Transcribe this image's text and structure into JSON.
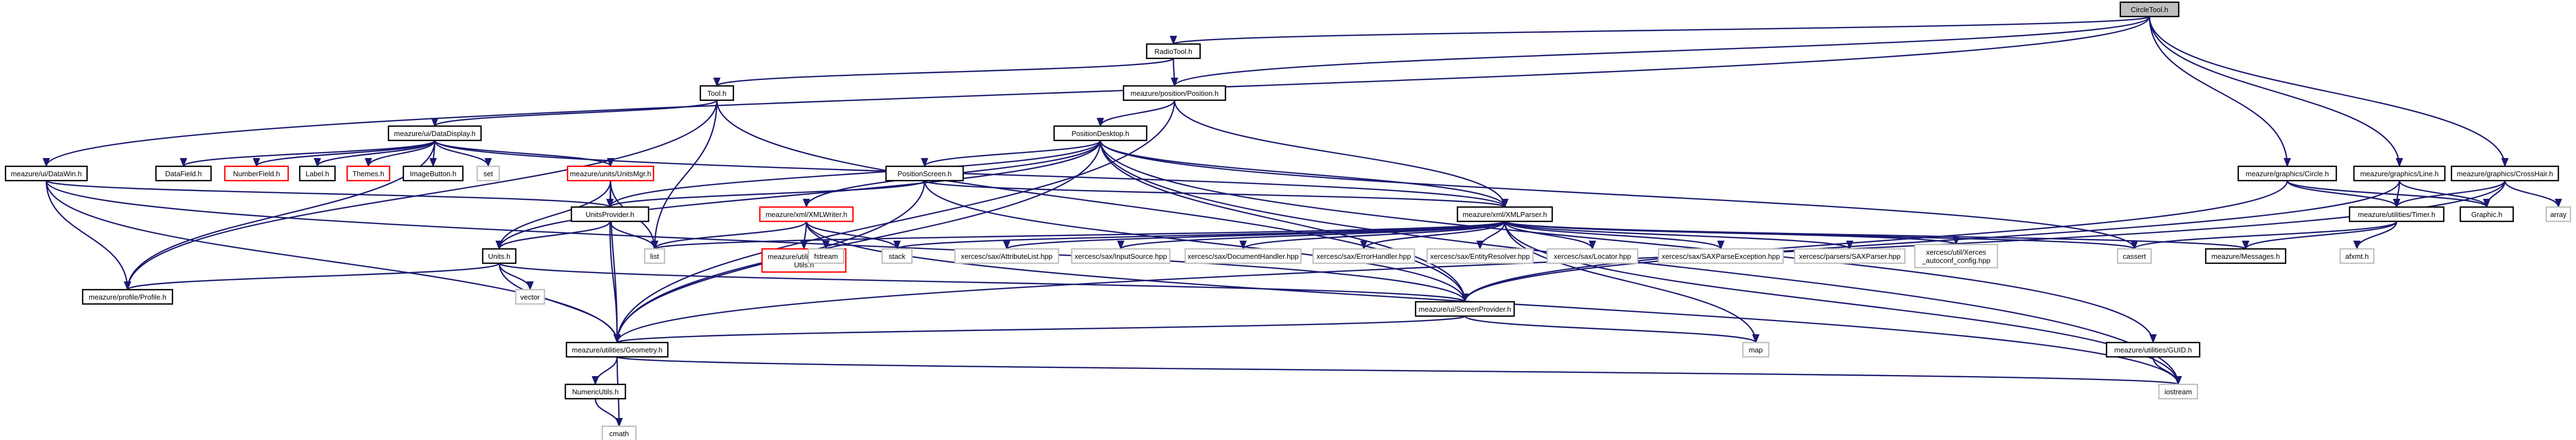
{
  "graph": {
    "nodes": [
      {
        "id": "circletool",
        "label": [
          "CircleTool.h"
        ],
        "kind": "root"
      },
      {
        "id": "radiotool",
        "label": [
          "RadioTool.h"
        ],
        "kind": "normal"
      },
      {
        "id": "tool",
        "label": [
          "Tool.h"
        ],
        "kind": "normal"
      },
      {
        "id": "position",
        "label": [
          "meazure/position/Position.h"
        ],
        "kind": "normal"
      },
      {
        "id": "datadisplay",
        "label": [
          "meazure/ui/DataDisplay.h"
        ],
        "kind": "normal"
      },
      {
        "id": "positiondesktop",
        "label": [
          "PositionDesktop.h"
        ],
        "kind": "normal"
      },
      {
        "id": "datawin",
        "label": [
          "meazure/ui/DataWin.h"
        ],
        "kind": "normal"
      },
      {
        "id": "datafield",
        "label": [
          "DataField.h"
        ],
        "kind": "normal"
      },
      {
        "id": "numberfield",
        "label": [
          "NumberField.h"
        ],
        "kind": "missing"
      },
      {
        "id": "label",
        "label": [
          "Label.h"
        ],
        "kind": "normal"
      },
      {
        "id": "themes",
        "label": [
          "Themes.h"
        ],
        "kind": "missing"
      },
      {
        "id": "imagebutton",
        "label": [
          "ImageButton.h"
        ],
        "kind": "normal"
      },
      {
        "id": "set",
        "label": [
          "set"
        ],
        "kind": "system"
      },
      {
        "id": "unitsmgr",
        "label": [
          "meazure/units/UnitsMgr.h"
        ],
        "kind": "missing"
      },
      {
        "id": "positionscreen",
        "label": [
          "PositionScreen.h"
        ],
        "kind": "normal"
      },
      {
        "id": "graphicscircle",
        "label": [
          "meazure/graphics/Circle.h"
        ],
        "kind": "normal"
      },
      {
        "id": "graphicsline",
        "label": [
          "meazure/graphics/Line.h"
        ],
        "kind": "normal"
      },
      {
        "id": "crosshair",
        "label": [
          "meazure/graphics/CrossHair.h"
        ],
        "kind": "normal"
      },
      {
        "id": "unitsprovider",
        "label": [
          "UnitsProvider.h"
        ],
        "kind": "normal"
      },
      {
        "id": "xmlwriter",
        "label": [
          "meazure/xml/XMLWriter.h"
        ],
        "kind": "missing"
      },
      {
        "id": "xmlparser",
        "label": [
          "meazure/xml/XMLParser.h"
        ],
        "kind": "normal"
      },
      {
        "id": "timer",
        "label": [
          "meazure/utilities/Timer.h"
        ],
        "kind": "normal"
      },
      {
        "id": "graphic",
        "label": [
          "Graphic.h"
        ],
        "kind": "normal"
      },
      {
        "id": "array",
        "label": [
          "array"
        ],
        "kind": "system"
      },
      {
        "id": "list",
        "label": [
          "list"
        ],
        "kind": "system"
      },
      {
        "id": "units",
        "label": [
          "Units.h"
        ],
        "kind": "normal"
      },
      {
        "id": "stringutils",
        "label": [
          "meazure/utilities/String",
          "Utils.h"
        ],
        "kind": "missing"
      },
      {
        "id": "fstream",
        "label": [
          "fstream"
        ],
        "kind": "system"
      },
      {
        "id": "stack",
        "label": [
          "stack"
        ],
        "kind": "system"
      },
      {
        "id": "attributelist",
        "label": [
          "xercesc/sax/AttributeList.hpp"
        ],
        "kind": "system"
      },
      {
        "id": "inputsource",
        "label": [
          "xercesc/sax/InputSource.hpp"
        ],
        "kind": "system"
      },
      {
        "id": "documenthandler",
        "label": [
          "xercesc/sax/DocumentHandler.hpp"
        ],
        "kind": "system"
      },
      {
        "id": "errorhandler",
        "label": [
          "xercesc/sax/ErrorHandler.hpp"
        ],
        "kind": "system"
      },
      {
        "id": "entityresolver",
        "label": [
          "xercesc/sax/EntityResolver.hpp"
        ],
        "kind": "system"
      },
      {
        "id": "locator",
        "label": [
          "xercesc/sax/Locator.hpp"
        ],
        "kind": "system"
      },
      {
        "id": "saxparseexception",
        "label": [
          "xercesc/sax/SAXParseException.hpp"
        ],
        "kind": "system"
      },
      {
        "id": "saxparser",
        "label": [
          "xercesc/parsers/SAXParser.hpp"
        ],
        "kind": "system"
      },
      {
        "id": "xercescconfig",
        "label": [
          "xercesc/util/Xerces",
          "_autoconf_config.hpp"
        ],
        "kind": "system"
      },
      {
        "id": "cassert",
        "label": [
          "cassert"
        ],
        "kind": "system"
      },
      {
        "id": "messages",
        "label": [
          "meazure/Messages.h"
        ],
        "kind": "normal"
      },
      {
        "id": "afxmt",
        "label": [
          "afxmt.h"
        ],
        "kind": "system"
      },
      {
        "id": "profile",
        "label": [
          "meazure/profile/Profile.h"
        ],
        "kind": "normal"
      },
      {
        "id": "vector",
        "label": [
          "vector"
        ],
        "kind": "system"
      },
      {
        "id": "screenprovider",
        "label": [
          "meazure/ui/ScreenProvider.h"
        ],
        "kind": "normal"
      },
      {
        "id": "geometry",
        "label": [
          "meazure/utilities/Geometry.h"
        ],
        "kind": "normal"
      },
      {
        "id": "map",
        "label": [
          "map"
        ],
        "kind": "system"
      },
      {
        "id": "guid",
        "label": [
          "meazure/utilities/GUID.h"
        ],
        "kind": "normal"
      },
      {
        "id": "numericutils",
        "label": [
          "NumericUtils.h"
        ],
        "kind": "normal"
      },
      {
        "id": "iostream",
        "label": [
          "iostream"
        ],
        "kind": "system"
      },
      {
        "id": "cmath",
        "label": [
          "cmath"
        ],
        "kind": "system"
      }
    ],
    "edges": [
      [
        "circletool",
        "radiotool"
      ],
      [
        "circletool",
        "position"
      ],
      [
        "circletool",
        "datawin"
      ],
      [
        "circletool",
        "graphicscircle"
      ],
      [
        "circletool",
        "graphicsline"
      ],
      [
        "circletool",
        "crosshair"
      ],
      [
        "radiotool",
        "tool"
      ],
      [
        "radiotool",
        "position"
      ],
      [
        "tool",
        "datadisplay"
      ],
      [
        "tool",
        "list"
      ],
      [
        "tool",
        "profile"
      ],
      [
        "tool",
        "screenprovider"
      ],
      [
        "position",
        "positiondesktop"
      ],
      [
        "position",
        "geometry"
      ],
      [
        "position",
        "xmlparser"
      ],
      [
        "datadisplay",
        "datafield"
      ],
      [
        "datadisplay",
        "numberfield"
      ],
      [
        "datadisplay",
        "label"
      ],
      [
        "datadisplay",
        "themes"
      ],
      [
        "datadisplay",
        "imagebutton"
      ],
      [
        "datadisplay",
        "set"
      ],
      [
        "datadisplay",
        "unitsmgr"
      ],
      [
        "datadisplay",
        "profile"
      ],
      [
        "datadisplay",
        "xmlparser"
      ],
      [
        "positiondesktop",
        "positionscreen"
      ],
      [
        "positiondesktop",
        "unitsprovider"
      ],
      [
        "positiondesktop",
        "units"
      ],
      [
        "positiondesktop",
        "xmlwriter"
      ],
      [
        "positiondesktop",
        "xmlparser"
      ],
      [
        "positiondesktop",
        "guid"
      ],
      [
        "positiondesktop",
        "iostream"
      ],
      [
        "positiondesktop",
        "geometry"
      ],
      [
        "positiondesktop",
        "cassert"
      ],
      [
        "positiondesktop",
        "screenprovider"
      ],
      [
        "datawin",
        "unitsprovider"
      ],
      [
        "datawin",
        "profile"
      ],
      [
        "datawin",
        "geometry"
      ],
      [
        "datawin",
        "screenprovider"
      ],
      [
        "unitsmgr",
        "unitsprovider"
      ],
      [
        "unitsmgr",
        "units"
      ],
      [
        "unitsmgr",
        "geometry"
      ],
      [
        "unitsmgr",
        "list"
      ],
      [
        "positionscreen",
        "unitsprovider"
      ],
      [
        "positionscreen",
        "xmlparser"
      ],
      [
        "positionscreen",
        "screenprovider"
      ],
      [
        "positionscreen",
        "geometry"
      ],
      [
        "graphicscircle",
        "timer"
      ],
      [
        "graphicscircle",
        "graphic"
      ],
      [
        "graphicscircle",
        "screenprovider"
      ],
      [
        "graphicsline",
        "timer"
      ],
      [
        "graphicsline",
        "graphic"
      ],
      [
        "graphicsline",
        "screenprovider"
      ],
      [
        "crosshair",
        "graphic"
      ],
      [
        "crosshair",
        "array"
      ],
      [
        "crosshair",
        "timer"
      ],
      [
        "crosshair",
        "geometry"
      ],
      [
        "unitsprovider",
        "units"
      ],
      [
        "unitsprovider",
        "list"
      ],
      [
        "unitsprovider",
        "geometry"
      ],
      [
        "xmlwriter",
        "stringutils"
      ],
      [
        "xmlwriter",
        "fstream"
      ],
      [
        "xmlwriter",
        "stack"
      ],
      [
        "xmlwriter",
        "list"
      ],
      [
        "xmlwriter",
        "iostream"
      ],
      [
        "xmlparser",
        "attributelist"
      ],
      [
        "xmlparser",
        "inputsource"
      ],
      [
        "xmlparser",
        "documenthandler"
      ],
      [
        "xmlparser",
        "errorhandler"
      ],
      [
        "xmlparser",
        "entityresolver"
      ],
      [
        "xmlparser",
        "locator"
      ],
      [
        "xmlparser",
        "saxparseexception"
      ],
      [
        "xmlparser",
        "saxparser"
      ],
      [
        "xmlparser",
        "xercescconfig"
      ],
      [
        "xmlparser",
        "cassert"
      ],
      [
        "xmlparser",
        "messages"
      ],
      [
        "xmlparser",
        "stack"
      ],
      [
        "xmlparser",
        "list"
      ],
      [
        "xmlparser",
        "map"
      ],
      [
        "xmlparser",
        "iostream"
      ],
      [
        "timer",
        "messages"
      ],
      [
        "timer",
        "afxmt"
      ],
      [
        "timer",
        "cassert"
      ],
      [
        "units",
        "profile"
      ],
      [
        "units",
        "vector"
      ],
      [
        "units",
        "geometry"
      ],
      [
        "units",
        "screenprovider"
      ],
      [
        "screenprovider",
        "geometry"
      ],
      [
        "screenprovider",
        "map"
      ],
      [
        "geometry",
        "numericutils"
      ],
      [
        "geometry",
        "iostream"
      ],
      [
        "geometry",
        "cmath"
      ],
      [
        "guid",
        "iostream"
      ],
      [
        "numericutils",
        "cmath"
      ]
    ]
  }
}
